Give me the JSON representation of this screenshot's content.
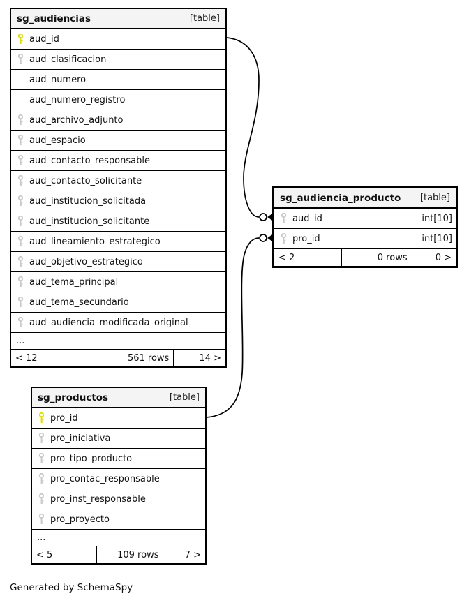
{
  "diagram": {
    "generated_note": "Generated by SchemaSpy"
  },
  "colors": {
    "primary_key": "#dede00",
    "indexed_key": "#c9c9c9",
    "border": "#000000",
    "header_bg": "#f4f4f4"
  },
  "relationships": [
    {
      "from": "sg_audiencias.aud_id",
      "to": "sg_audiencia_producto.aud_id"
    },
    {
      "from": "sg_productos.pro_id",
      "to": "sg_audiencia_producto.pro_id"
    }
  ],
  "tables": [
    {
      "name": "sg_audiencias",
      "tag": "[table]",
      "columns": [
        {
          "name": "aud_id",
          "key": "primary"
        },
        {
          "name": "aud_clasificacion",
          "key": "indexed"
        },
        {
          "name": "aud_numero",
          "key": "none"
        },
        {
          "name": "aud_numero_registro",
          "key": "none"
        },
        {
          "name": "aud_archivo_adjunto",
          "key": "indexed"
        },
        {
          "name": "aud_espacio",
          "key": "indexed"
        },
        {
          "name": "aud_contacto_responsable",
          "key": "indexed"
        },
        {
          "name": "aud_contacto_solicitante",
          "key": "indexed"
        },
        {
          "name": "aud_institucion_solicitada",
          "key": "indexed"
        },
        {
          "name": "aud_institucion_solicitante",
          "key": "indexed"
        },
        {
          "name": "aud_lineamiento_estrategico",
          "key": "indexed"
        },
        {
          "name": "aud_objetivo_estrategico",
          "key": "indexed"
        },
        {
          "name": "aud_tema_principal",
          "key": "indexed"
        },
        {
          "name": "aud_tema_secundario",
          "key": "indexed"
        },
        {
          "name": "aud_audiencia_modificada_original",
          "key": "indexed"
        }
      ],
      "ellipsis": "...",
      "footer": {
        "left": "< 12",
        "center": "561 rows",
        "right": "14 >"
      }
    },
    {
      "name": "sg_audiencia_producto",
      "tag": "[table]",
      "columns": [
        {
          "name": "aud_id",
          "key": "indexed",
          "type": "int[10]"
        },
        {
          "name": "pro_id",
          "key": "indexed",
          "type": "int[10]"
        }
      ],
      "footer": {
        "left": "< 2",
        "center": "0 rows",
        "right": "0 >"
      }
    },
    {
      "name": "sg_productos",
      "tag": "[table]",
      "columns": [
        {
          "name": "pro_id",
          "key": "primary"
        },
        {
          "name": "pro_iniciativa",
          "key": "indexed"
        },
        {
          "name": "pro_tipo_producto",
          "key": "indexed"
        },
        {
          "name": "pro_contac_responsable",
          "key": "indexed"
        },
        {
          "name": "pro_inst_responsable",
          "key": "indexed"
        },
        {
          "name": "pro_proyecto",
          "key": "indexed"
        }
      ],
      "ellipsis": "...",
      "footer": {
        "left": "< 5",
        "center": "109 rows",
        "right": "7 >"
      }
    }
  ]
}
